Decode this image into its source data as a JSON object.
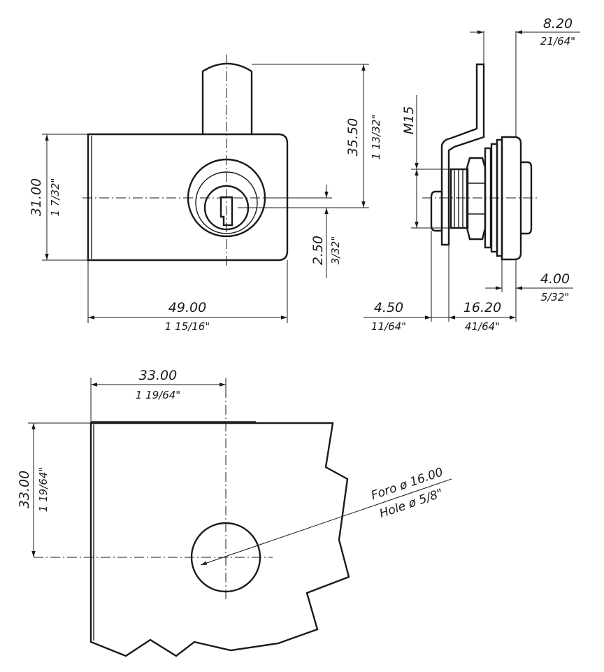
{
  "front_view": {
    "width_mm": "49.00",
    "width_in": "1 15/16\"",
    "height_mm": "31.00",
    "height_in": "1 7/32\"",
    "total_height_mm": "35.50",
    "total_height_in": "1 13/32\"",
    "offset_mm": "2.50",
    "offset_in": "3/32\""
  },
  "side_view": {
    "top_mm": "8.20",
    "top_in": "21/64\"",
    "thread": "M15",
    "bottom_right_mm": "4.00",
    "bottom_right_in": "5/32\"",
    "left_mm": "4.50",
    "left_in": "11/64\"",
    "mid_mm": "16.20",
    "mid_in": "41/64\""
  },
  "cutout_view": {
    "width_mm": "33.00",
    "width_in": "1 19/64\"",
    "height_mm": "33.00",
    "height_in": "1 19/64\"",
    "hole_it": "Foro ø 16.00",
    "hole_en": "Hole ø 5/8\""
  }
}
